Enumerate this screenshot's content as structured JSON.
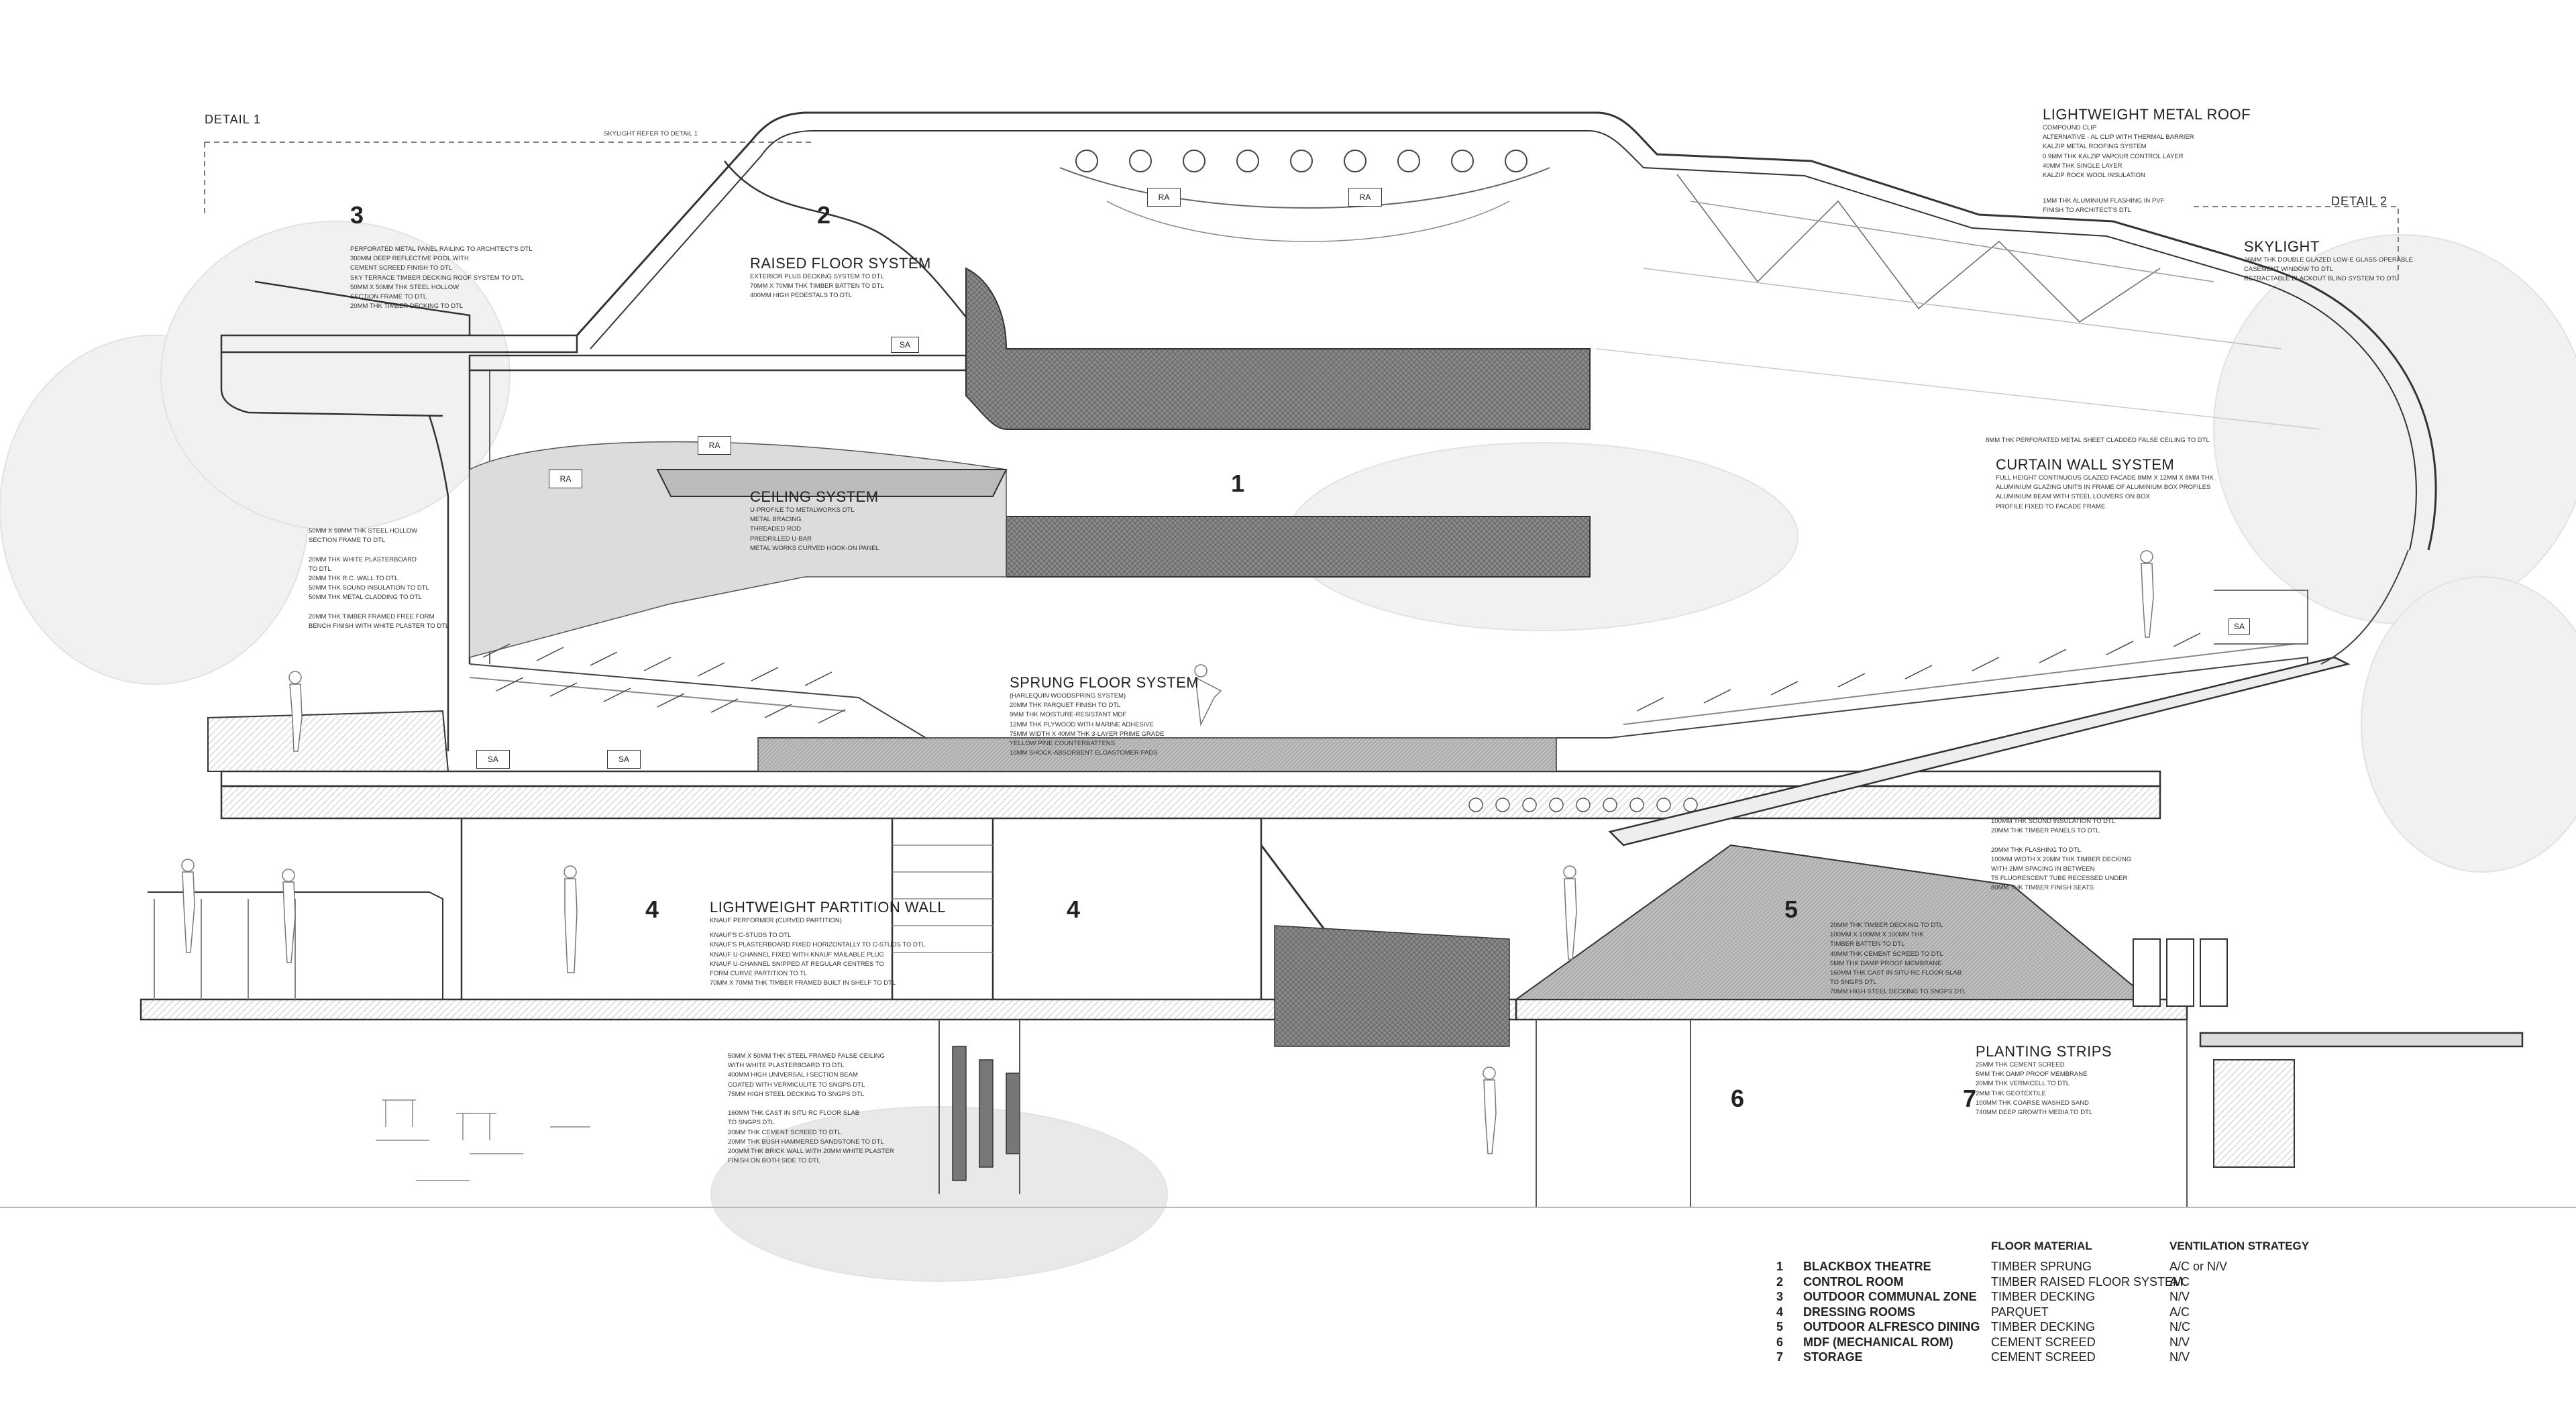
{
  "detail_marks": [
    "DETAIL 1",
    "DETAIL 2"
  ],
  "skylight_ref": "SKYLIGHT REFER TO DETAIL 1",
  "zone_numbers": [
    "1",
    "2",
    "3",
    "4",
    "4",
    "5",
    "6",
    "7"
  ],
  "room_tags": [
    "RA",
    "RA",
    "RA",
    "RA",
    "SA",
    "SA",
    "SA",
    "SA"
  ],
  "systems": {
    "roof": {
      "title": "LIGHTWEIGHT METAL ROOF",
      "lines": [
        "COMPOUND CLIP",
        "ALTERNATIVE - AL CLIP WITH THERMAL BARRIER",
        "KALZIP METAL ROOFING SYSTEM",
        "0.9MM THK KALZIP VAPOUR CONTROL LAYER",
        "40MM THK SINGLE LAYER",
        "KALZIP ROCK WOOL INSULATION"
      ],
      "flashing": [
        "1MM THK ALUMINIUM FLASHING IN PVF",
        "FINISH TO ARCHITECT'S DTL"
      ]
    },
    "skylight": {
      "title": "SKYLIGHT",
      "lines": [
        "26MM THK DOUBLE GLAZED LOW-E GLASS OPERABLE",
        "CASEMENT WINDOW TO DTL",
        "RETRACTABLE BLACKOUT BLIND SYSTEM TO DTL"
      ]
    },
    "raised_floor": {
      "title": "RAISED FLOOR SYSTEM",
      "lines": [
        "EXTERIOR PLUS DECKING SYSTEM TO DTL",
        "70MM X 70MM THK TIMBER BATTEN TO DTL",
        "400MM HIGH PEDESTALS TO DTL"
      ]
    },
    "ceiling": {
      "title": "CEILING SYSTEM",
      "lines": [
        "U-PROFILE TO METALWORKS DTL",
        "METAL BRACING",
        "THREADED ROD",
        "PREDRILLED U-BAR",
        "METAL WORKS CURVED HOOK-ON PANEL"
      ]
    },
    "sprung_floor": {
      "title": "SPRUNG FLOOR SYSTEM",
      "lines": [
        "(HARLEQUIN WOODSPRING SYSTEM)",
        "20MM THK PARQUET FINISH TO DTL",
        "9MM THK MOISTURE-RESISTANT MDF",
        "12MM THK PLYWOOD WITH MARINE ADHESIVE",
        "75MM WIDTH X 40MM THK 3-LAYER PRIME GRADE",
        "YELLOW PINE COUNTERBATTENS",
        "10MM SHOCK-ABSORBENT ELOASTOMER PADS"
      ]
    },
    "curtain_wall": {
      "title": "CURTAIN WALL SYSTEM",
      "lines": [
        "FULL HEIGHT CONTINUOUS GLAZED FACADE 8MM X 12MM X 8MM THK",
        "ALUMINIUM GLAZING UNITS IN FRAME OF ALUMINIUM BOX PROFILES",
        "ALUMINIUM BEAM WITH STEEL LOUVERS ON BOX",
        "PROFILE FIXED TO FACADE FRAME"
      ],
      "false_ceiling": "8MM THK PERFORATED METAL SHEET CLADDED FALSE CEILING TO DTL"
    },
    "partition": {
      "title": "LIGHTWEIGHT PARTITION WALL",
      "lines": [
        "KNAUF PERFORMER (CURVED PARTITION)",
        "KNAUF'S C-STUDS TO DTL",
        "KNAUF'S PLASTERBOARD FIXED HORIZONTALLY TO C-STUDS TO DTL",
        "KNAUF U-CHANNEL FIXED WITH KNAUF MAILABLE PLUG",
        "KNAUF U-CHANNEL SNIPPED AT REGULAR CENTRES TO",
        "FORM CURVE PARTITION TO TL",
        "70MM X 70MM THK TIMBER FRAMED BUILT IN SHELF TO DTL"
      ]
    },
    "planting": {
      "title": "PLANTING STRIPS",
      "lines": [
        "25MM THK CEMENT SCREED",
        "5MM THK DAMP PROOF MEMBRANE",
        "20MM THK VERMICELL TO DTL",
        "2MM THK GEOTEXTILE",
        "100MM THK COARSE WASHED SAND",
        "740MM DEEP GROWTH MEDIA TO DTL"
      ]
    }
  },
  "notes": {
    "terrace": [
      "PERFORATED METAL PANEL RAILING TO ARCHITECT'S DTL",
      "300MM DEEP REFLECTIVE POOL WITH",
      "CEMENT SCREED FINISH TO DTL",
      "SKY TERRACE TIMBER DECKING ROOF SYSTEM TO DTL",
      "50MM X 50MM THK STEEL HOLLOW",
      "SECTION FRAME TO DTL",
      "20MM THK TIMBER DECKING TO DTL"
    ],
    "left_wall": [
      "50MM X 50MM THK STEEL HOLLOW",
      "SECTION FRAME TO DTL",
      "",
      "20MM THK WHITE PLASTERBOARD",
      "TO DTL",
      "20MM THK R.C. WALL TO DTL",
      "50MM THK SOUND INSULATION TO DTL",
      "50MM THK METAL CLADDING TO DTL",
      "",
      "20MM THK TIMBER FRAMED FREE FORM",
      "BENCH FINISH WITH WHITE PLASTER TO DTL"
    ],
    "false_ceiling": [
      "50MM X 50MM THK STEEL FRAMED FALSE CEILING",
      "WITH WHITE PLASTERBOARD TO DTL",
      "400MM HIGH UNIVERSAL I SECTION BEAM",
      "COATED WITH VERMICULITE TO SNGPS DTL",
      "75MM HIGH STEEL DECKING TO SNGPS DTL",
      "",
      "160MM THK CAST IN SITU RC FLOOR SLAB",
      "TO SNGPS DTL",
      "20MM THK CEMENT SCREED TO DTL",
      "20MM THK BUSH HAMMERED SANDSTONE TO DTL",
      "200MM THK BRICK WALL WITH 20MM WHITE PLASTER",
      "FINISH ON BOTH SIDE TO DTL"
    ],
    "alfresco": [
      "20MM THK TIMBER DECKING TO DTL",
      "100MM X 100MM X 100MM THK",
      "TIMBER BATTEN TO DTL",
      "40MM THK CEMENT SCREED TO DTL",
      "5MM THK DAMP PROOF MEMBRANE",
      "160MM THK CAST IN SITU RC FLOOR SLAB",
      "TO SNGPS DTL",
      "70MM HIGH STEEL DECKING TO SNGPS DTL"
    ],
    "seating": [
      "100MM THK SOUND INSULATION TO DTL",
      "20MM THK TIMBER PANELS TO DTL",
      "",
      "20MM THK FLASHING TO DTL",
      "100MM WIDTH X 20MM THK TIMBER DECKING",
      "WITH 2MM SPACING IN BETWEEN",
      "T5 FLUORESCENT TUBE RECESSED UNDER",
      "80MM THK TIMBER FINISH SEATS"
    ]
  },
  "legend": {
    "headers": [
      "FLOOR MATERIAL",
      "VENTILATION STRATEGY"
    ],
    "rows": [
      {
        "id": "1",
        "name": "BLACKBOX THEATRE",
        "floor": "TIMBER SPRUNG",
        "vent": "A/C or N/V"
      },
      {
        "id": "2",
        "name": "CONTROL ROOM",
        "floor": "TIMBER RAISED FLOOR SYSTEM",
        "vent": "A/C"
      },
      {
        "id": "3",
        "name": "OUTDOOR COMMUNAL ZONE",
        "floor": "TIMBER DECKING",
        "vent": "N/V"
      },
      {
        "id": "4",
        "name": "DRESSING ROOMS",
        "floor": "PARQUET",
        "vent": "A/C"
      },
      {
        "id": "5",
        "name": "OUTDOOR ALFRESCO DINING",
        "floor": "TIMBER DECKING",
        "vent": "N/C"
      },
      {
        "id": "6",
        "name": "MDF (MECHANICAL ROM)",
        "floor": "CEMENT SCREED",
        "vent": "N/V"
      },
      {
        "id": "7",
        "name": "STORAGE",
        "floor": "CEMENT SCREED",
        "vent": "N/V"
      }
    ]
  }
}
